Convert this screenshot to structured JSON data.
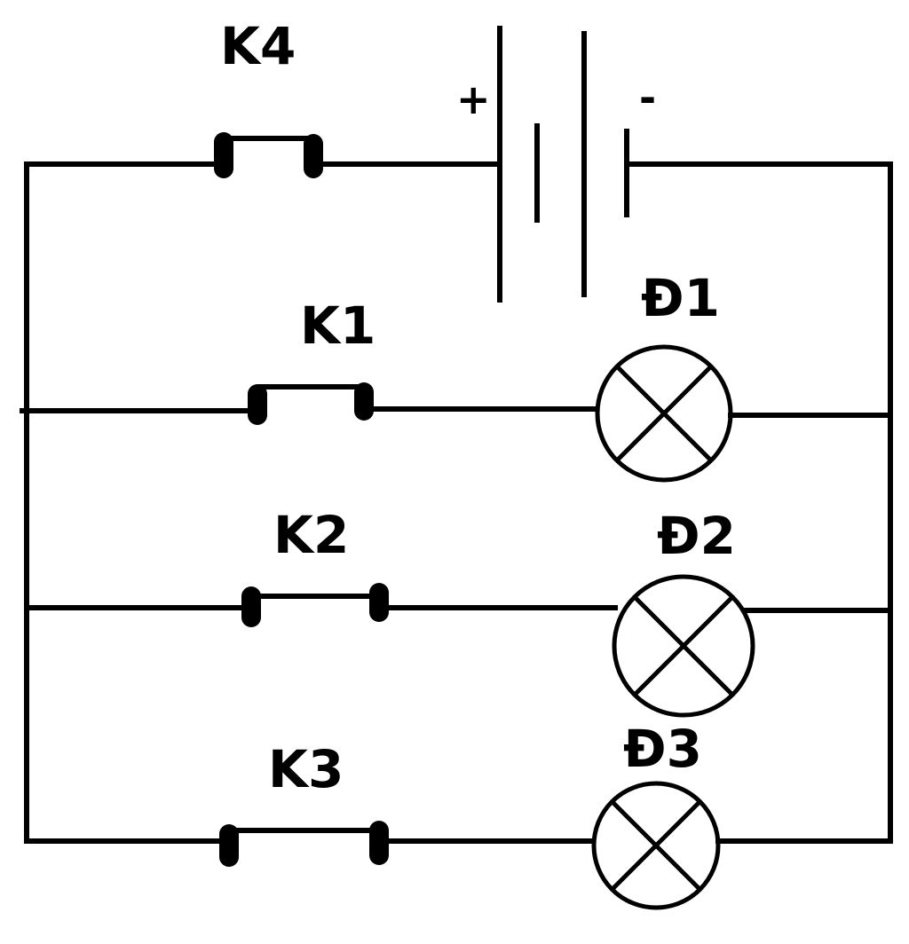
{
  "battery": {
    "plus_sign": "+",
    "minus_sign": "-"
  },
  "switches": [
    {
      "id": "k4",
      "label": "K4"
    },
    {
      "id": "k1",
      "label": "K1"
    },
    {
      "id": "k2",
      "label": "K2"
    },
    {
      "id": "k3",
      "label": "K3"
    }
  ],
  "lamps": [
    {
      "id": "d1",
      "label": "Đ1"
    },
    {
      "id": "d2",
      "label": "Đ2"
    },
    {
      "id": "d3",
      "label": "Đ3"
    }
  ]
}
